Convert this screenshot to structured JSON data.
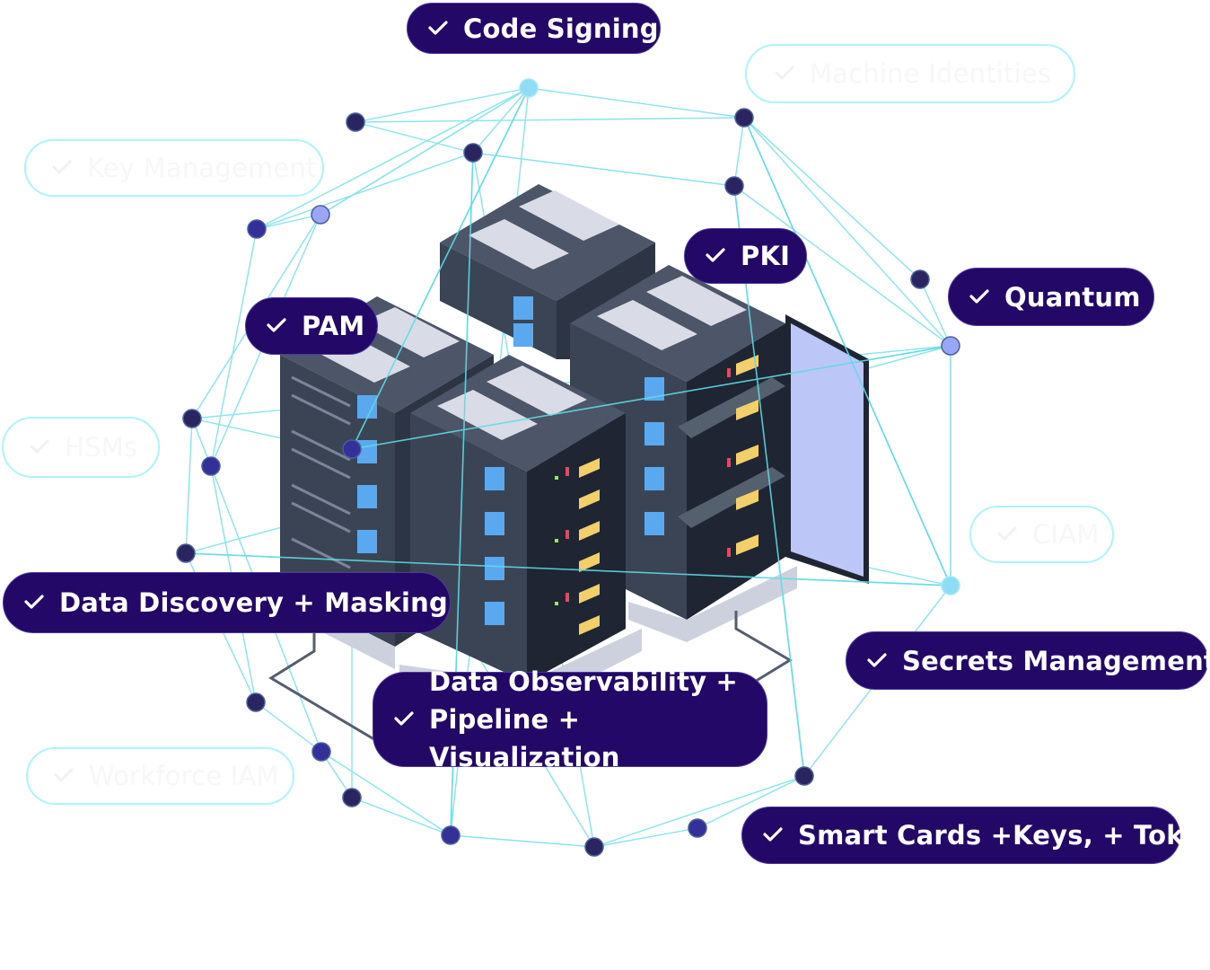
{
  "colors": {
    "pill_bg": "#240868",
    "pill_text": "#ffffff",
    "ghost_border": "#aef3f8",
    "ghost_text": "#f5f5f5",
    "network_line": "#5fdbe6",
    "node_dark": "#2a2560",
    "node_indigo": "#34309a",
    "node_lavender": "#98a6f5",
    "node_cyan": "#8fdcf5",
    "rack_dark": "#3b4455",
    "rack_top": "#4d5668",
    "rack_vent": "#d9dce6",
    "rack_light": "#5aa9f0",
    "drive_yellow": "#f2cf6a",
    "led_red": "#e8475f",
    "led_green": "#8fe86a",
    "door_glass": "#bcc6f7",
    "base": "#cdd1de"
  },
  "labels": {
    "active": [
      {
        "id": "code-signing",
        "text": "Code Signing",
        "icon": "check-icon"
      },
      {
        "id": "pki",
        "text": "PKI",
        "icon": "check-icon"
      },
      {
        "id": "quantum",
        "text": "Quantum",
        "icon": "check-icon"
      },
      {
        "id": "pam",
        "text": "PAM",
        "icon": "check-icon"
      },
      {
        "id": "data-discovery",
        "text": "Data Discovery + Masking",
        "icon": "check-icon"
      },
      {
        "id": "secrets-management",
        "text": "Secrets Management",
        "icon": "check-icon"
      },
      {
        "id": "data-observability",
        "lines": [
          "Data Observability +",
          "Pipeline + Visualization"
        ],
        "icon": "check-icon"
      },
      {
        "id": "smart-cards",
        "text": "Smart Cards +Keys, + Tokens",
        "icon": "check-icon"
      }
    ],
    "inactive": [
      {
        "id": "machine-identities",
        "text": "Machine Identities",
        "icon": "check-icon"
      },
      {
        "id": "key-management",
        "text": "Key Management",
        "icon": "check-icon"
      },
      {
        "id": "hsms",
        "text": "HSMs",
        "icon": "check-icon"
      },
      {
        "id": "ciam",
        "text": "CIAM",
        "icon": "check-icon"
      },
      {
        "id": "workforce-iam",
        "text": "Workforce IAM",
        "icon": "check-icon"
      }
    ]
  }
}
